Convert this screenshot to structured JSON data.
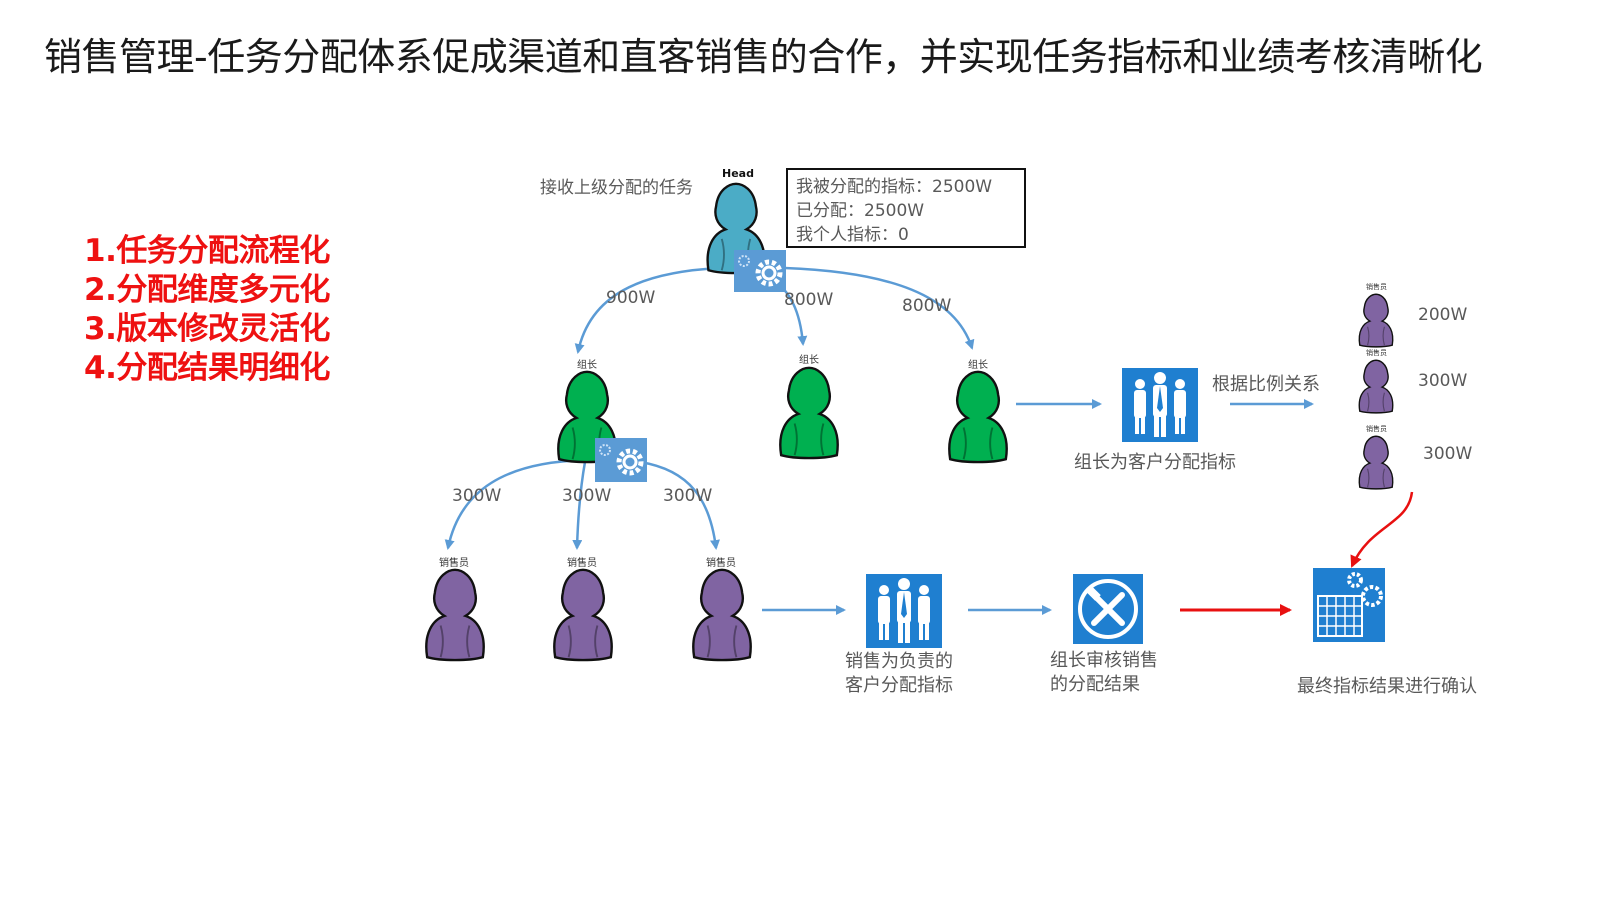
{
  "title": "销售管理-任务分配体系促成渠道和直客销售的合作，并实现任务指标和业绩考核清晰化",
  "features": [
    "1.任务分配流程化",
    "2.分配维度多元化",
    "3.版本修改灵活化",
    "4.分配结果明细化"
  ],
  "head": {
    "receive_label": "接收上级分配的任务",
    "role_label": "Head"
  },
  "quota_box": {
    "assigned": "我被分配的指标：2500W",
    "allocated": "已分配：2500W",
    "personal": "我个人指标：0"
  },
  "leader_amounts": [
    "900W",
    "800W",
    "800W"
  ],
  "leader_role": "组长",
  "sales_amounts": [
    "300W",
    "300W",
    "300W"
  ],
  "sales_role": "销售员",
  "ratio_label": "根据比例关系",
  "right_sales_amounts": [
    "200W",
    "300W",
    "300W"
  ],
  "steps": {
    "leader_assign": "组长为客户分配指标",
    "sales_assign_line1": "销售为负责的",
    "sales_assign_line2": "客户分配指标",
    "review_line1": "组长审核销售",
    "review_line2": "的分配结果",
    "final_confirm": "最终指标结果进行确认"
  },
  "colors": {
    "head": "#4bacc6",
    "leader": "#00b050",
    "sales": "#8064a2",
    "icon_blue": "#1f7fd0",
    "arrow_blue": "#5b9bd5",
    "arrow_red": "#e81010",
    "feature_red": "#ee1111"
  },
  "icons": {
    "gear": "gear-icon",
    "team": "team-icon",
    "tools": "tools-icon",
    "calendar": "calendar-gear-icon"
  }
}
